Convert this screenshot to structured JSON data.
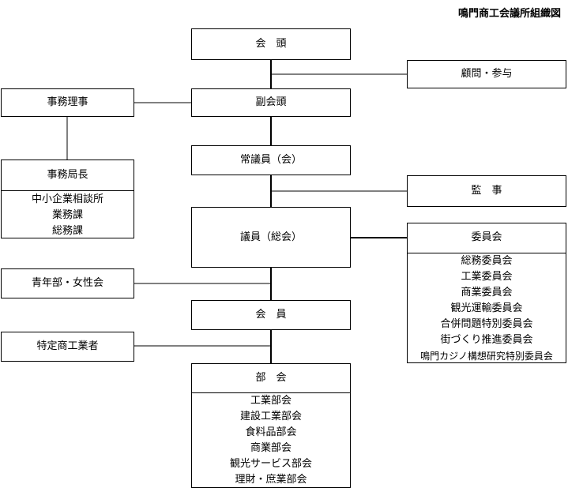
{
  "title": "鳴門商工会議所組織図",
  "nodes": {
    "kaito": "会　頭",
    "komon": "顧問・参与",
    "fukukaito": "副会頭",
    "jimuriji": "事務理事",
    "jojin": "常議員（会）",
    "kansa": "監　事",
    "jimukyokucho": "事務局長",
    "jimukyoku_items": [
      "中小企業相談所",
      "業務課",
      "総務課"
    ],
    "giin": "議員（総会）",
    "iinkai": "委員会",
    "iinkai_items": [
      "総務委員会",
      "工業委員会",
      "商業委員会",
      "観光運輸委員会",
      "合併問題特別委員会",
      "街づくり推進委員会",
      "鳴門カジノ構想研究特別委員会"
    ],
    "seinenbu": "青年部・女性会",
    "kaiin": "会　員",
    "tokutei": "特定商工業者",
    "bukai": "部　会",
    "bukai_items": [
      "工業部会",
      "建設工業部会",
      "食料品部会",
      "商業部会",
      "観光サービス部会",
      "理財・庶業部会"
    ]
  }
}
